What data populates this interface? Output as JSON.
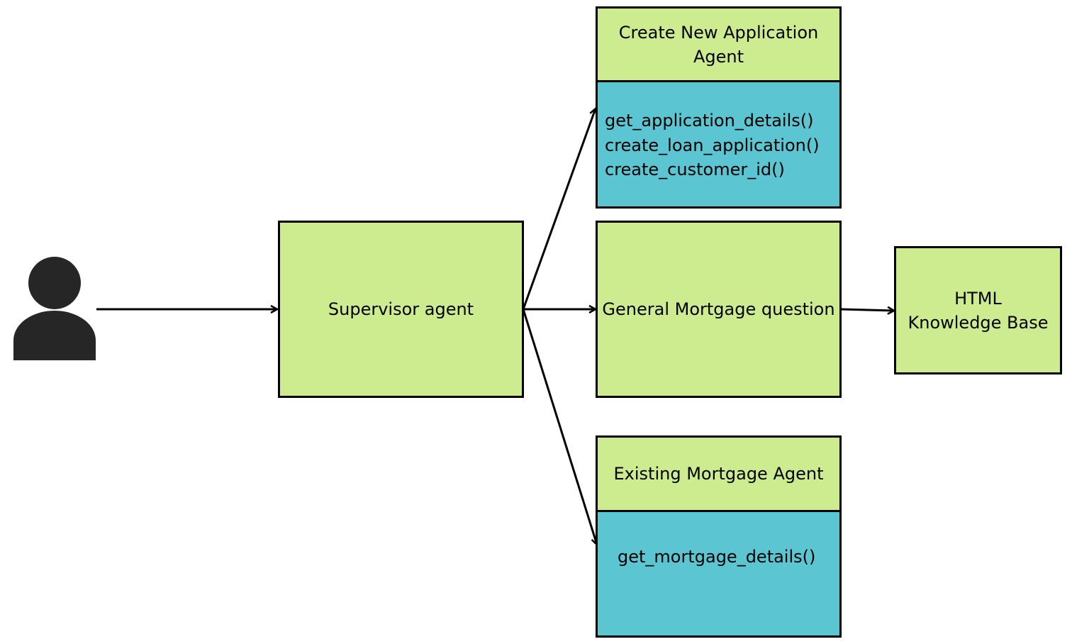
{
  "colors": {
    "node_green": "#cdec8f",
    "node_blue": "#5bc5d1",
    "line": "#000000",
    "icon": "#262626"
  },
  "icons": {
    "user": "person-icon"
  },
  "nodes": {
    "supervisor": {
      "label": "Supervisor agent"
    },
    "create_app": {
      "title": "Create New Application Agent",
      "functions": [
        "get_application_details()",
        "create_loan_application()",
        "create_customer_id()"
      ]
    },
    "general": {
      "label": "General Mortgage question"
    },
    "knowledge": {
      "label_line1": "HTML",
      "label_line2": "Knowledge Base"
    },
    "existing": {
      "title": "Existing Mortgage Agent",
      "functions": [
        "get_mortgage_details()"
      ]
    }
  }
}
